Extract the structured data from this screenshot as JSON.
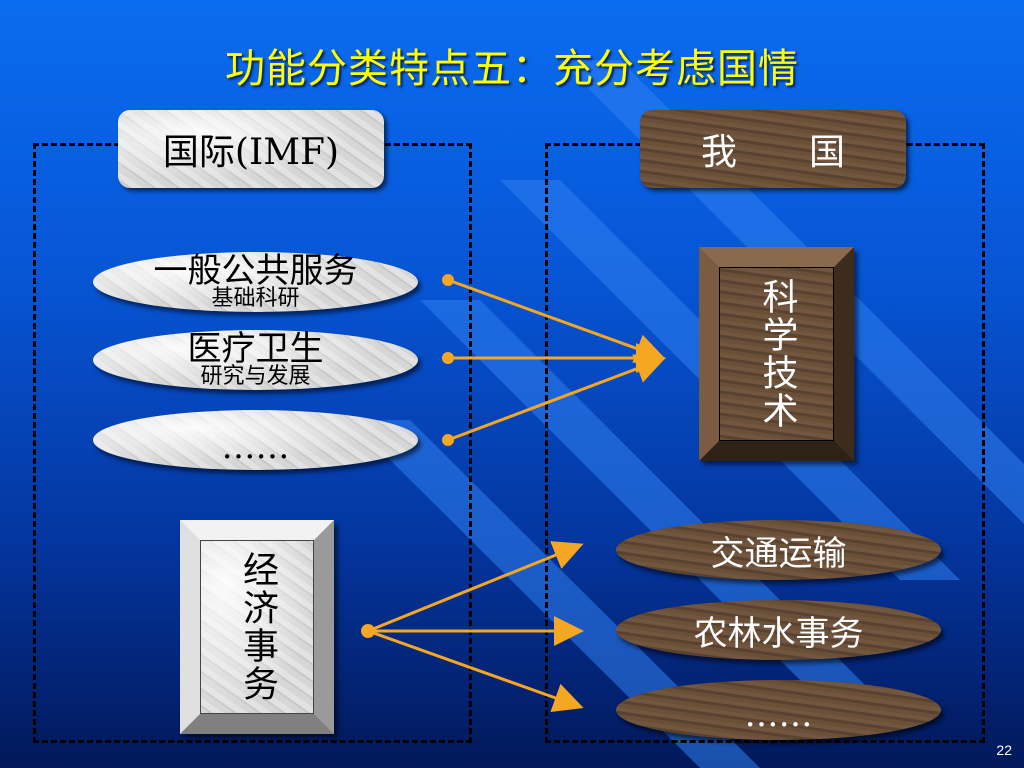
{
  "title": "功能分类特点五：充分考虑国情",
  "left_header": "国际(IMF)",
  "right_header": "我　　国",
  "left_items": [
    {
      "main": "一般公共服务",
      "sub": "基础科研"
    },
    {
      "main": "医疗卫生",
      "sub": "研究与发展"
    },
    {
      "main": "……",
      "sub": ""
    }
  ],
  "left_plaque": "经济事务",
  "right_plaque": "科学技术",
  "right_items": [
    "交通运输",
    "农林水事务",
    "……"
  ],
  "page_number": "22",
  "colors": {
    "title": "#ffff00",
    "arrow": "#f5a623",
    "background": "#0756d6"
  }
}
